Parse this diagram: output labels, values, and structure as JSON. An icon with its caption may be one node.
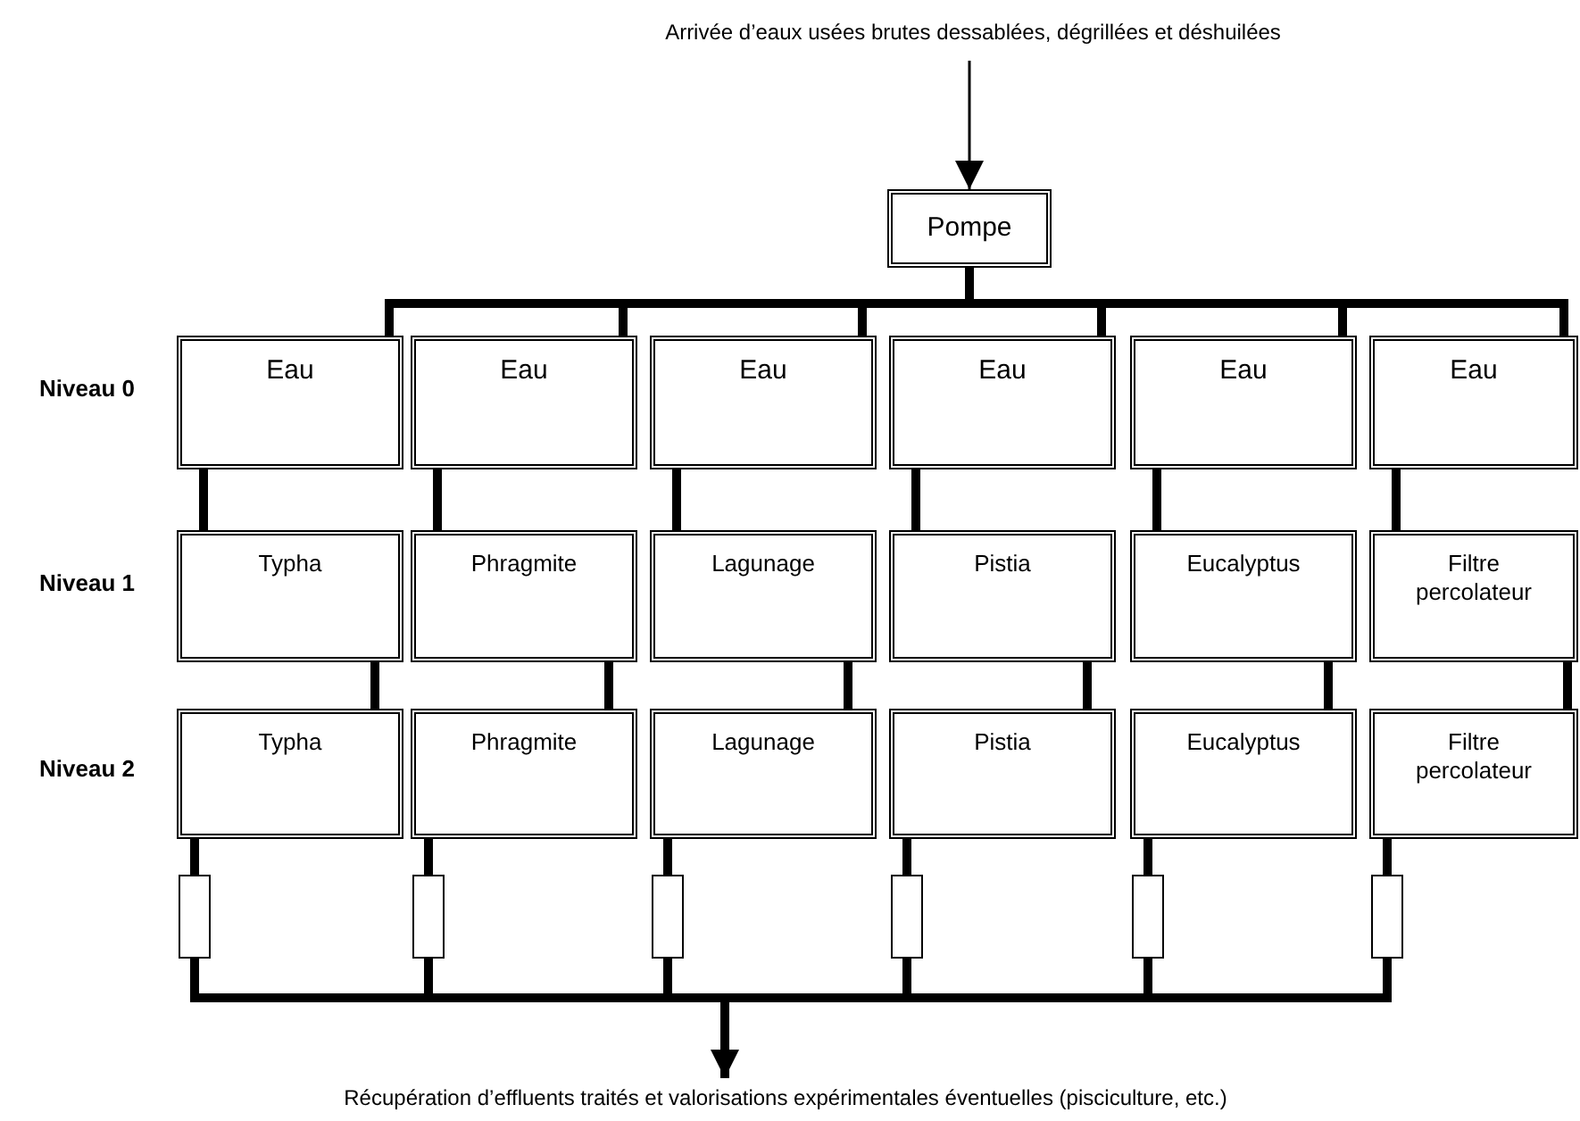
{
  "diagram": {
    "nodes": [
      {
        "text": [
          "Arrivée d’eaux usées brutes dessablées, dégrillées et déshuilées"
        ]
      },
      {
        "text": [
          "Pompe"
        ]
      },
      {
        "text": [
          "Eau"
        ]
      },
      {
        "text": [
          "Eau"
        ]
      },
      {
        "text": [
          "Eau"
        ]
      },
      {
        "text": [
          "Eau"
        ]
      },
      {
        "text": [
          "Eau"
        ]
      },
      {
        "text": [
          "Eau"
        ]
      },
      {
        "text": [
          "Typha"
        ]
      },
      {
        "text": [
          "Phragmite"
        ]
      },
      {
        "text": [
          "Lagunage"
        ]
      },
      {
        "text": [
          "Pistia"
        ]
      },
      {
        "text": [
          "Eucalyptus"
        ]
      },
      {
        "text": [
          "Filtre percolateur"
        ]
      },
      {
        "text": [
          "Typha"
        ]
      },
      {
        "text": [
          "Phragmite"
        ]
      },
      {
        "text": [
          "Lagunage"
        ]
      },
      {
        "text": [
          "Pistia"
        ]
      },
      {
        "text": [
          "Eucalyptus"
        ]
      },
      {
        "text": [
          "Filtre percolateur"
        ]
      },
      {
        "text": [],
        "shape": "box"
      },
      {
        "text": [],
        "shape": "box"
      },
      {
        "text": [],
        "shape": "box"
      },
      {
        "text": [],
        "shape": "box"
      },
      {
        "text": [],
        "shape": "box"
      },
      {
        "text": [],
        "shape": "box"
      },
      {
        "text": [
          "Récupération d’effluents traités et valorisations expérimentales éventuelles (pisciculture, etc.)"
        ]
      }
    ],
    "edges": [
      {
        "from": 0,
        "to": 1,
        "arrow": "to"
      },
      {
        "from": 1,
        "to": 2,
        "arrow": "none"
      },
      {
        "from": 1,
        "to": 3,
        "arrow": "none"
      },
      {
        "from": 1,
        "to": 4,
        "arrow": "none"
      },
      {
        "from": 1,
        "to": 5,
        "arrow": "none"
      },
      {
        "from": 1,
        "to": 6,
        "arrow": "none"
      },
      {
        "from": 1,
        "to": 7,
        "arrow": "none"
      },
      {
        "from": 2,
        "to": 8,
        "arrow": "none"
      },
      {
        "from": 3,
        "to": 9,
        "arrow": "none"
      },
      {
        "from": 4,
        "to": 10,
        "arrow": "none"
      },
      {
        "from": 5,
        "to": 11,
        "arrow": "none"
      },
      {
        "from": 6,
        "to": 12,
        "arrow": "none"
      },
      {
        "from": 7,
        "to": 13,
        "arrow": "none"
      },
      {
        "from": 8,
        "to": 14,
        "arrow": "none"
      },
      {
        "from": 9,
        "to": 15,
        "arrow": "none"
      },
      {
        "from": 10,
        "to": 16,
        "arrow": "none"
      },
      {
        "from": 11,
        "to": 17,
        "arrow": "none"
      },
      {
        "from": 12,
        "to": 18,
        "arrow": "none"
      },
      {
        "from": 13,
        "to": 19,
        "arrow": "none"
      },
      {
        "from": 14,
        "to": 20,
        "arrow": "none"
      },
      {
        "from": 15,
        "to": 21,
        "arrow": "none"
      },
      {
        "from": 16,
        "to": 22,
        "arrow": "none"
      },
      {
        "from": 17,
        "to": 23,
        "arrow": "none"
      },
      {
        "from": 18,
        "to": 24,
        "arrow": "none"
      },
      {
        "from": 19,
        "to": 25,
        "arrow": "none"
      },
      {
        "from": 20,
        "to": 26,
        "arrow": "to"
      },
      {
        "from": 21,
        "to": 26,
        "arrow": "to"
      },
      {
        "from": 22,
        "to": 26,
        "arrow": "to"
      },
      {
        "from": 23,
        "to": 26,
        "arrow": "to"
      },
      {
        "from": 24,
        "to": 26,
        "arrow": "to"
      },
      {
        "from": 25,
        "to": 26,
        "arrow": "to"
      }
    ],
    "labels": [
      "Niveau 0",
      "Niveau 1",
      "Niveau 2"
    ]
  }
}
